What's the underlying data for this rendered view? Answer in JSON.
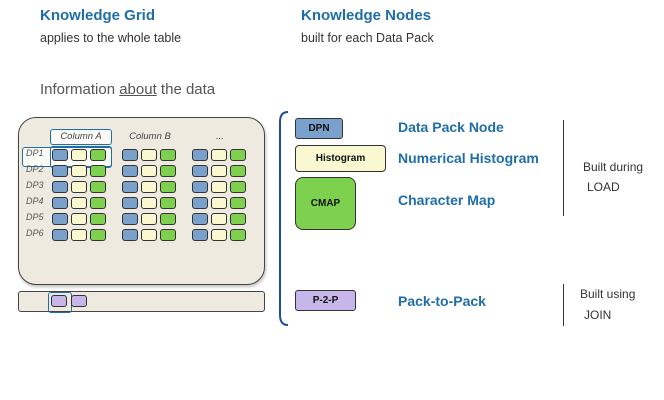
{
  "header": {
    "grid_title": "Knowledge Grid",
    "grid_sub": "applies to the whole table",
    "nodes_title": "Knowledge Nodes",
    "nodes_sub": "built for each Data Pack"
  },
  "info": {
    "prefix": "Information ",
    "underlined": "about",
    "suffix": " the data"
  },
  "table": {
    "columns": [
      "Column A",
      "Column B",
      "..."
    ],
    "rows": [
      "DP1",
      "DP2",
      "DP3",
      "DP4",
      "DP5",
      "DP6"
    ]
  },
  "legend": [
    {
      "box": "DPN",
      "label": "Data Pack Node",
      "color": "#7aa0cc"
    },
    {
      "box": "Histogram",
      "label": "Numerical Histogram",
      "color": "#faf8d0"
    },
    {
      "box": "CMAP",
      "label": "Character Map",
      "color": "#7dd14f"
    },
    {
      "box": "P-2-P",
      "label": "Pack-to-Pack",
      "color": "#c7b6ea"
    }
  ],
  "built_load": {
    "line1": "Built during",
    "line2": "LOAD"
  },
  "built_join": {
    "line1": "Built using",
    "line2": "JOIN"
  }
}
